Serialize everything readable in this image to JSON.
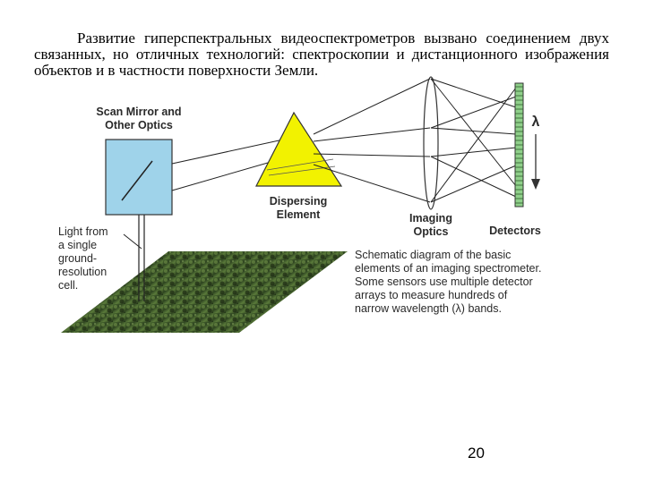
{
  "intro_text": "Развитие гиперспектральных видеоспектрометров вызвано соединением двух связанных, но отличных технологий: спектроскопии и дистанционного изображения объектов и в частности поверхности Земли.",
  "labels": {
    "scan_mirror_line1": "Scan Mirror and",
    "scan_mirror_line2": "Other Optics",
    "dispersing_line1": "Dispersing",
    "dispersing_line2": "Element",
    "imaging_line1": "Imaging",
    "imaging_line2": "Optics",
    "detectors": "Detectors",
    "lambda": "λ",
    "light_line1": "Light from",
    "light_line2": "a single",
    "light_line3": "ground-",
    "light_line4": "resolution",
    "light_line5": "cell."
  },
  "caption_text": "Schematic diagram of the basic elements of an imaging spectrometer. Some sensors use multiple detector arrays to measure hundreds of narrow wavelength (λ) bands.",
  "page_number": "20",
  "colors": {
    "mirror_box": "#9fd3ea",
    "prism": "#f2f200",
    "detector_cells": "#8fd08a",
    "terrain": "#3f5a2a"
  }
}
